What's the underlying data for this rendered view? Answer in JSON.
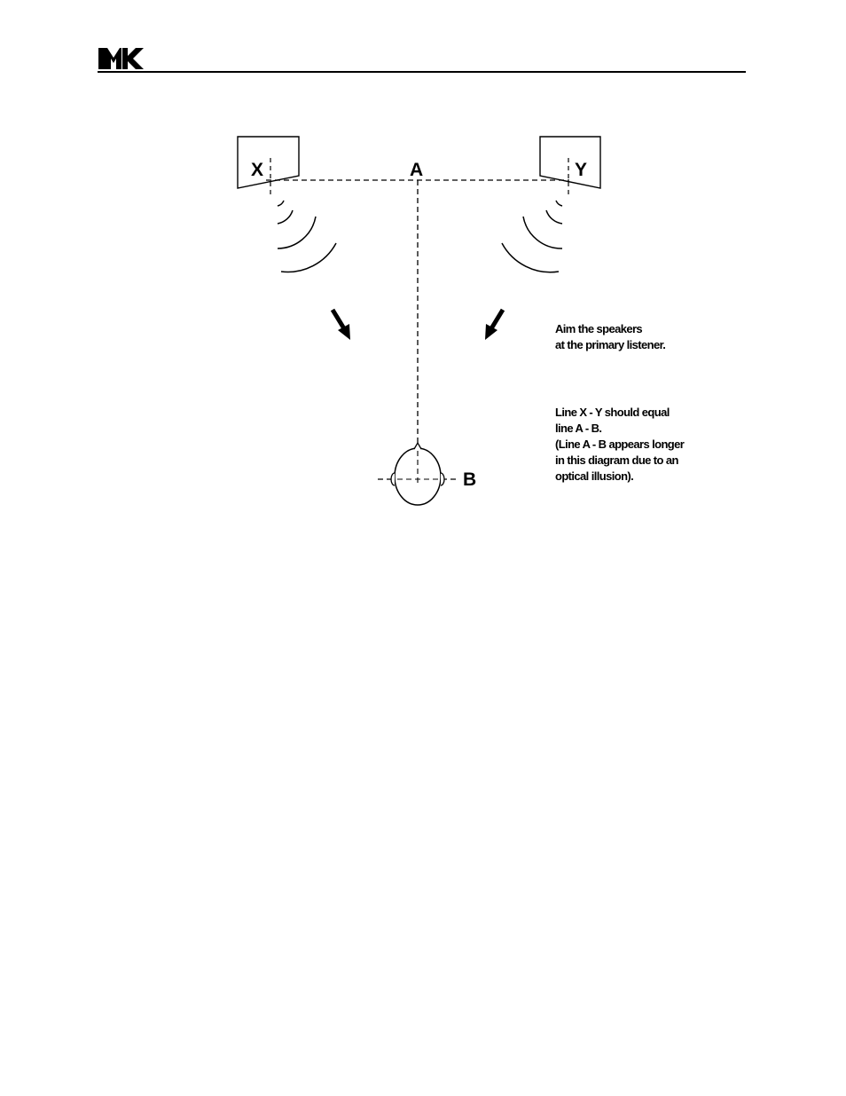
{
  "header": {
    "logo_text": "MK"
  },
  "diagram": {
    "labels": {
      "speaker_left": "X",
      "speaker_right": "Y",
      "midpoint": "A",
      "listener": "B"
    },
    "notes": {
      "aim": [
        "Aim the speakers",
        "at the primary listener."
      ],
      "line": [
        "Line X - Y should equal",
        "line A - B.",
        "(Line A - B appears longer",
        "in this diagram due to an",
        "optical illusion)."
      ]
    }
  }
}
